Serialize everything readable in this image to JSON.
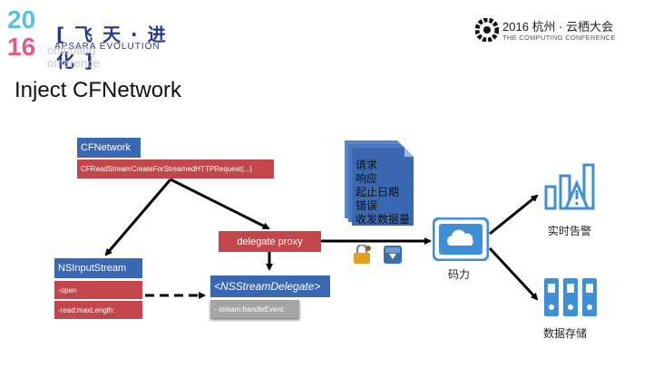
{
  "header": {
    "year_top": "20",
    "year_bottom": "16",
    "brand_cn": "[ 飞 天 · 进 化 ]",
    "brand_en": "APSARA EVOLUTION",
    "faint_line1": "omputing",
    "faint_line2": "onference",
    "conf_title": "2016 杭州 · 云栖大会",
    "conf_sub": "THE COMPUTING CONFERENCE"
  },
  "slide_title": "Inject CFNetwork",
  "diagram": {
    "cfnetwork": {
      "title": "CFNetwork",
      "method": "CFReadStreamCreateForStreamedHTTPRequest(...)"
    },
    "delegate_proxy": "delegate proxy",
    "nsinputstream": {
      "title": "NSInputStream",
      "methods": [
        "-open",
        "-read:maxLength:"
      ]
    },
    "nsstreamdelegate": {
      "title": "<NSStreamDelegate>",
      "method": "- stream:handleEvent:"
    },
    "documents": [
      "请求",
      "响应",
      "起止日期",
      "错误",
      "收发数据量"
    ],
    "cloud_label": "码力",
    "alert_label": "实时告警",
    "storage_label": "数据存储"
  },
  "colors": {
    "blue": "#3b68b2",
    "red": "#c2464a",
    "gray": "#a5a5a5",
    "icon_blue": "#3d8fd6"
  },
  "icons": [
    "lock-icon",
    "download-icon",
    "cloud-icon",
    "bar-chart-warning-icon",
    "binders-icon",
    "conference-logo-icon"
  ]
}
